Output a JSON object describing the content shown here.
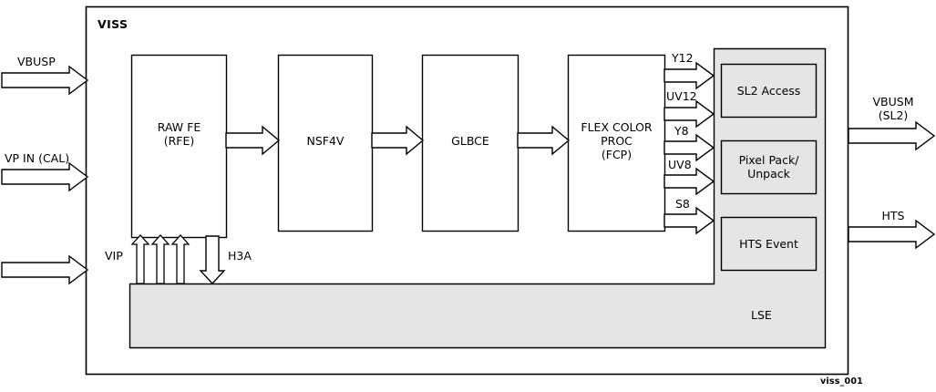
{
  "diagram": {
    "title": "VISS",
    "caption": "viss_001",
    "colors": {
      "stroke": "#000000",
      "fill_white": "#ffffff",
      "fill_gray": "#e5e5e5",
      "background": "#ffffff"
    }
  },
  "inputs": [
    {
      "label": "VBUSP",
      "id": "vbusp"
    },
    {
      "label": "VP IN (CAL)",
      "id": "vp-in-cal"
    },
    {
      "label": "",
      "id": "unlabeled-input"
    }
  ],
  "pipeline": [
    {
      "id": "raw-fe",
      "line1": "RAW FE",
      "line2": "(RFE)",
      "line3": ""
    },
    {
      "id": "nsf4v",
      "line1": "NSF4V",
      "line2": "",
      "line3": ""
    },
    {
      "id": "glbce",
      "line1": "GLBCE",
      "line2": "",
      "line3": ""
    },
    {
      "id": "fcp",
      "line1": "FLEX  COLOR",
      "line2": "PROC",
      "line3": "(FCP)"
    }
  ],
  "internal_signals": [
    {
      "label": "VIP",
      "id": "vip"
    },
    {
      "label": "H3A",
      "id": "h3a"
    }
  ],
  "fcp_outputs": [
    {
      "label": "Y12",
      "id": "y12"
    },
    {
      "label": "UV12",
      "id": "uv12"
    },
    {
      "label": "Y8",
      "id": "y8"
    },
    {
      "label": "UV8",
      "id": "uv8"
    },
    {
      "label": "S8",
      "id": "s8"
    }
  ],
  "service_blocks": [
    {
      "id": "sl2-access",
      "line1": "SL2 Access",
      "line2": ""
    },
    {
      "id": "pixel-pack",
      "line1": "Pixel Pack/",
      "line2": "Unpack"
    },
    {
      "id": "hts-event",
      "line1": "HTS Event",
      "line2": ""
    }
  ],
  "lse": {
    "label": "LSE",
    "id": "lse"
  },
  "outputs": [
    {
      "line1": "VBUSM",
      "line2": "(SL2)",
      "id": "vbusm-sl2"
    },
    {
      "line1": "HTS",
      "line2": "",
      "id": "hts"
    }
  ]
}
